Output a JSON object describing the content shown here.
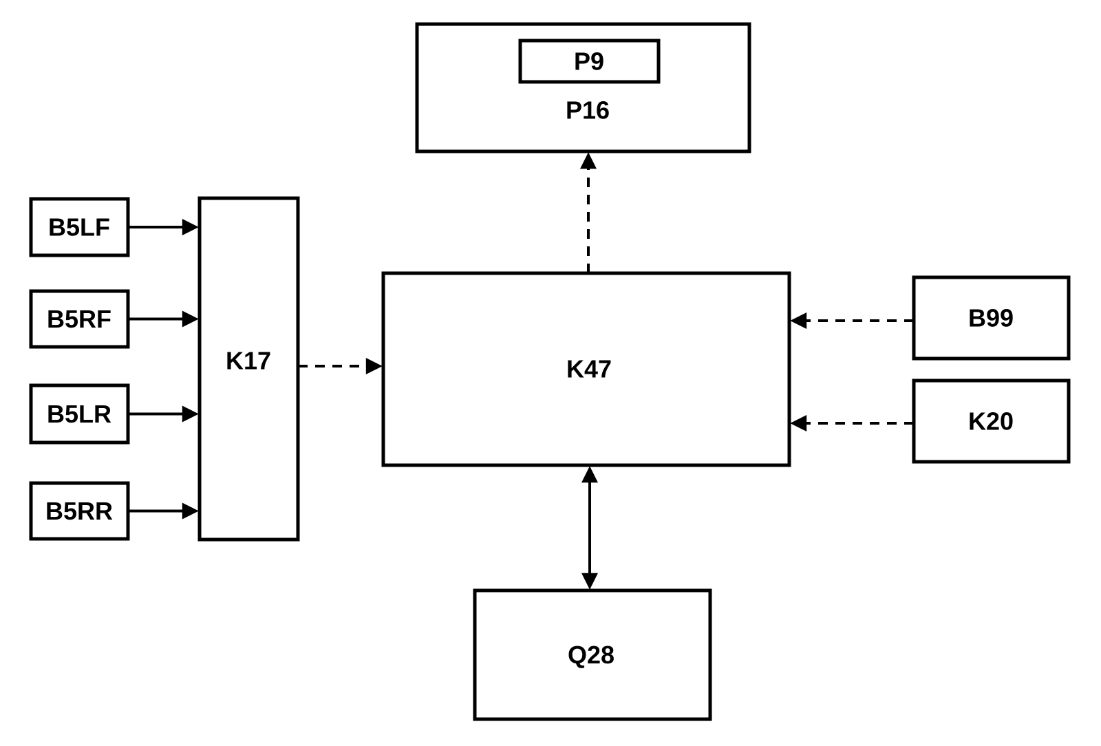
{
  "diagram": {
    "type": "block-diagram",
    "background_color": "#ffffff",
    "line_color": "#000000",
    "text_color": "#000000",
    "nodes": {
      "b5lf": {
        "label": "B5LF"
      },
      "b5rf": {
        "label": "B5RF"
      },
      "b5lr": {
        "label": "B5LR"
      },
      "b5rr": {
        "label": "B5RR"
      },
      "k17": {
        "label": "K17"
      },
      "k47": {
        "label": "K47"
      },
      "p16": {
        "label": "P16"
      },
      "p9": {
        "label": "P9"
      },
      "b99": {
        "label": "B99"
      },
      "k20": {
        "label": "K20"
      },
      "q28": {
        "label": "Q28"
      }
    },
    "edges": [
      {
        "from": "B5LF",
        "to": "K17",
        "line": "solid",
        "arrows": "to"
      },
      {
        "from": "B5RF",
        "to": "K17",
        "line": "solid",
        "arrows": "to"
      },
      {
        "from": "B5LR",
        "to": "K17",
        "line": "solid",
        "arrows": "to"
      },
      {
        "from": "B5RR",
        "to": "K17",
        "line": "solid",
        "arrows": "to"
      },
      {
        "from": "K17",
        "to": "K47",
        "line": "dashed",
        "arrows": "to"
      },
      {
        "from": "K47",
        "to": "P16",
        "line": "dashed",
        "arrows": "to"
      },
      {
        "from": "B99",
        "to": "K47",
        "line": "dashed",
        "arrows": "to"
      },
      {
        "from": "K20",
        "to": "K47",
        "line": "dashed",
        "arrows": "to"
      },
      {
        "from": "K47",
        "to": "Q28",
        "line": "solid",
        "arrows": "both"
      }
    ]
  }
}
